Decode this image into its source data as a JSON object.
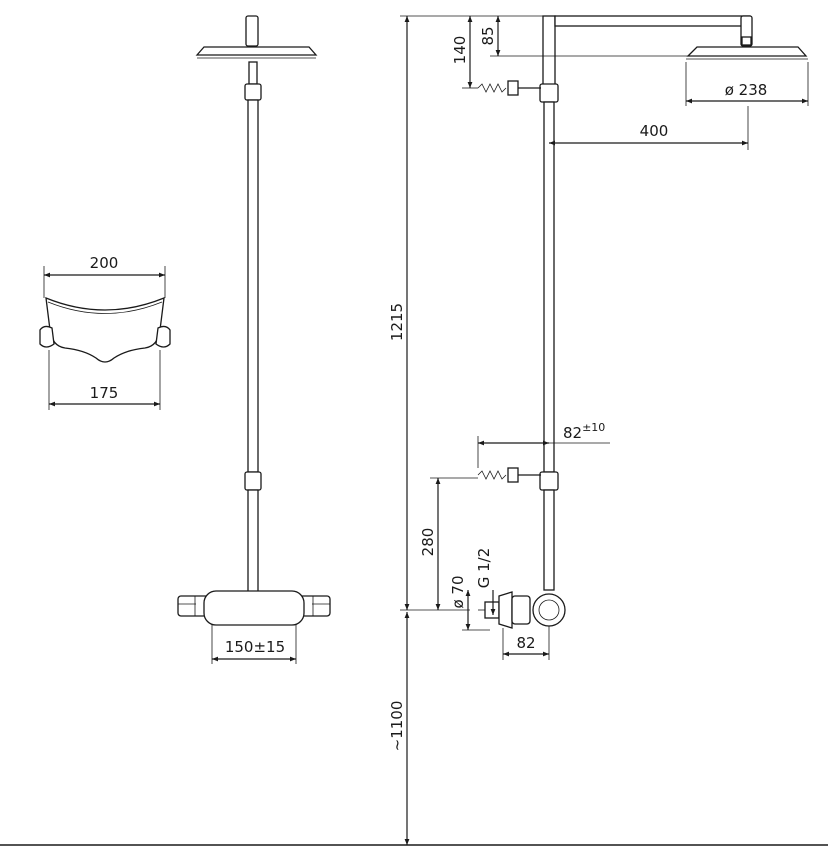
{
  "drawing": {
    "dimensions": {
      "d200": "200",
      "d175": "175",
      "d150": "150±15",
      "d1215": "1215",
      "d1100": "~1100",
      "d140": "140",
      "d85": "85",
      "d238": "ø 238",
      "d400": "400",
      "d82tol_value": "82",
      "d82tol_sup": "±10",
      "d280": "280",
      "d70": "ø 70",
      "dG12": "G 1/2",
      "d82": "82"
    }
  }
}
